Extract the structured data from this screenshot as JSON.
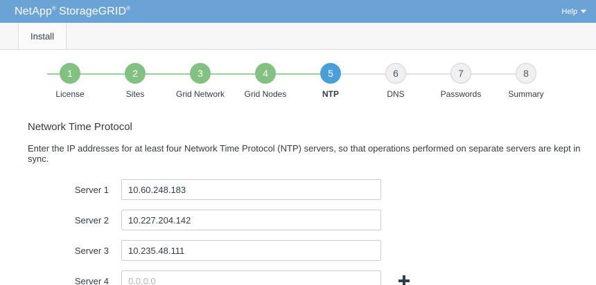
{
  "header": {
    "brand_primary": "NetApp",
    "brand_secondary": "StorageGRID",
    "registered_mark": "®",
    "help_label": "Help",
    "help_caret_icon": "chevron-down-icon",
    "background_color": "#6ba3d6"
  },
  "tabs": [
    {
      "label": "Install",
      "active": true
    }
  ],
  "wizard": {
    "steps": [
      {
        "number": "1",
        "label": "License",
        "state": "complete"
      },
      {
        "number": "2",
        "label": "Sites",
        "state": "complete"
      },
      {
        "number": "3",
        "label": "Grid Network",
        "state": "complete"
      },
      {
        "number": "4",
        "label": "Grid Nodes",
        "state": "complete"
      },
      {
        "number": "5",
        "label": "NTP",
        "state": "current"
      },
      {
        "number": "6",
        "label": "DNS",
        "state": "pending"
      },
      {
        "number": "7",
        "label": "Passwords",
        "state": "pending"
      },
      {
        "number": "8",
        "label": "Summary",
        "state": "pending"
      }
    ],
    "colors": {
      "complete": "#82c182",
      "current": "#4a9fd8",
      "pending_fill": "#f0f0f0",
      "pending_border": "#d3d3d3",
      "connector_complete": "#9bce9b",
      "connector_pending": "#e2e2e2"
    }
  },
  "main": {
    "title": "Network Time Protocol",
    "description": "Enter the IP addresses for at least four Network Time Protocol (NTP) servers, so that operations performed on separate servers are kept in sync.",
    "servers": [
      {
        "label": "Server 1",
        "value": "10.60.248.183",
        "placeholder": "0.0.0.0"
      },
      {
        "label": "Server 2",
        "value": "10.227.204.142",
        "placeholder": "0.0.0.0"
      },
      {
        "label": "Server 3",
        "value": "10.235.48.111",
        "placeholder": "0.0.0.0"
      },
      {
        "label": "Server 4",
        "value": "",
        "placeholder": "0.0.0.0"
      }
    ],
    "add_server_icon": "plus-icon"
  }
}
